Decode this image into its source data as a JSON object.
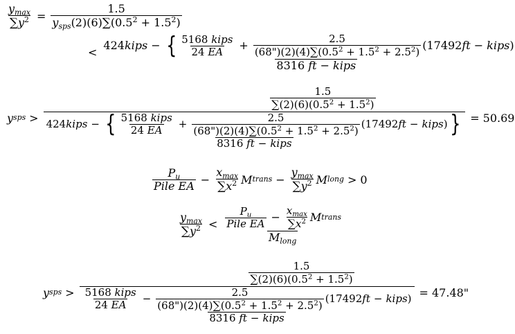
{
  "equations": [
    {
      "id": "eq1",
      "lhs": {
        "num": "y_max",
        "den": "Σ y²"
      },
      "relation": "=",
      "rhs": {
        "num": "1.5",
        "den": "y_sps(2)(6)Σ(0.5² + 1.5²)"
      },
      "line2": {
        "relation": "<",
        "num": "424 kips − {5168 kips / 24 EA + 2.5 / ((68\")(2)(4)Σ(0.5² + 1.5² + 2.5²)) (17492 ft − kips)}",
        "den": "8316 ft − kips"
      }
    },
    {
      "id": "eq2",
      "lhs": "y_sps",
      "relation": ">",
      "result": "= 50.69\""
    },
    {
      "id": "eq3",
      "text": "P_u / Pile EA − x_max/Σx² M_trans − y_max/Σy² M_long > 0"
    },
    {
      "id": "eq4",
      "text": "y_max/Σy² < (P_u/Pile EA − x_max/Σx² M_trans) / M_long"
    },
    {
      "id": "eq5",
      "lhs": "y_sps",
      "relation": ">",
      "result": "= 47.48\""
    }
  ],
  "tokens": {
    "y": "y",
    "x": "x",
    "max": "max",
    "sps": "sps",
    "sigma": "∑",
    "sq": "2",
    "eq": "=",
    "lt": "<",
    "gt": ">",
    "minus": "−",
    "plus": "+",
    "v15": "1.5",
    "v25": "2.5",
    "kips424": "424 ",
    "kips": "kips",
    "n5168": "5168 ",
    "n24": "24 ",
    "EA": "EA",
    "p68": "(68\")(2)(4)",
    "p26": "(2)(6)",
    "p2_6": "(2)(6)(0.5",
    "open05": "(0.5",
    "p15": " + 1.5",
    "p25": " + 2.5",
    "close": ")",
    "m17492": "(17492 ",
    "ft": "ft",
    "closeParen": ")",
    "n8316": "8316 ",
    "res1": "= 50.69\"",
    "res2": "= 47.48\"",
    "P": "P",
    "u": "u",
    "Pile": "Pile EA",
    "M": "M",
    "trans": "trans",
    "long": "long",
    "zero": "0",
    "lbrace": "{",
    "rbrace": "}"
  }
}
